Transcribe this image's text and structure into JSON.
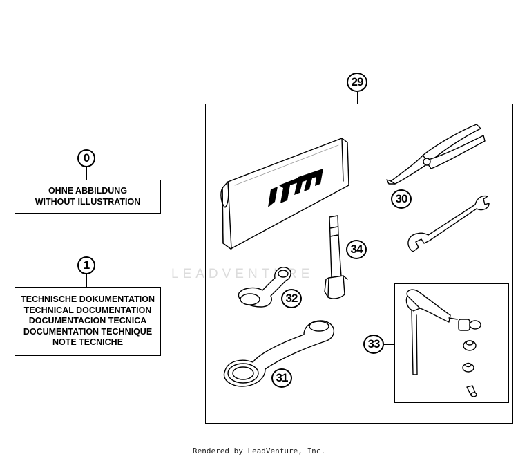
{
  "callouts": {
    "c0": "0",
    "c1": "1",
    "c29": "29",
    "c30": "30",
    "c31": "31",
    "c32": "32",
    "c33": "33",
    "c34": "34"
  },
  "boxes": {
    "without_illustration": [
      "OHNE ABBILDUNG",
      "WITHOUT ILLUSTRATION"
    ],
    "technical_documentation": [
      "TECHNISCHE DOKUMENTATION",
      "TECHNICAL DOCUMENTATION",
      "DOCUMENTACION TECNICA",
      "DOCUMENTATION TECHNIQUE",
      "NOTE TECNICHE"
    ]
  },
  "pouch_logo": "KTM",
  "watermark": "LEADVENTURE",
  "footer": "Rendered by LeadVenture, Inc."
}
